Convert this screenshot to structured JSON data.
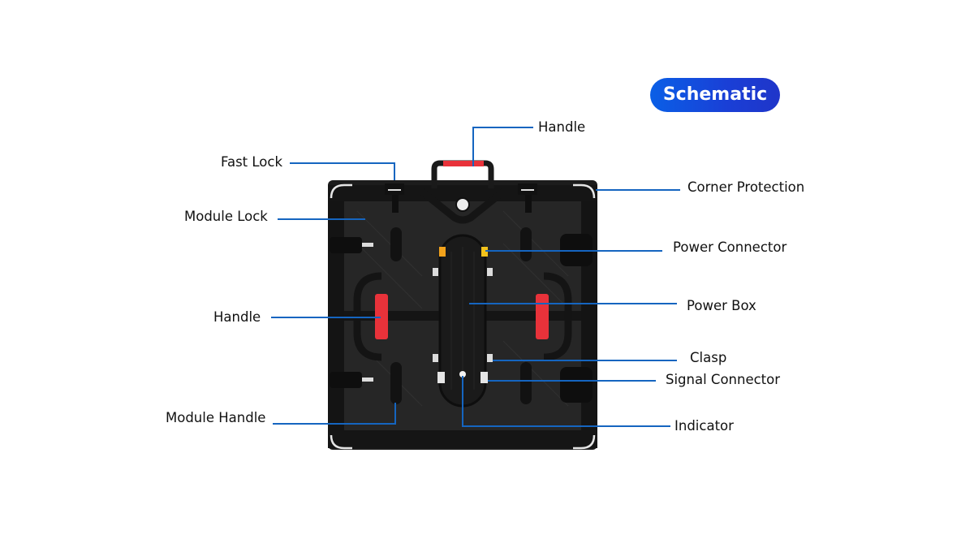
{
  "badge": {
    "label": "Schematic",
    "color": "#1a4bdc"
  },
  "callouts": {
    "handle_top": "Handle",
    "fast_lock": "Fast Lock",
    "corner_protection": "Corner Protection",
    "module_lock": "Module Lock",
    "power_connector": "Power Connector",
    "handle_side": "Handle",
    "power_box": "Power Box",
    "clasp": "Clasp",
    "signal_connector": "Signal Connector",
    "module_handle": "Module Handle",
    "indicator": "Indicator"
  },
  "colors": {
    "callout_line": "#1565c0",
    "cabinet": "#1e1e1e",
    "handle_grip": "#e8323a"
  }
}
